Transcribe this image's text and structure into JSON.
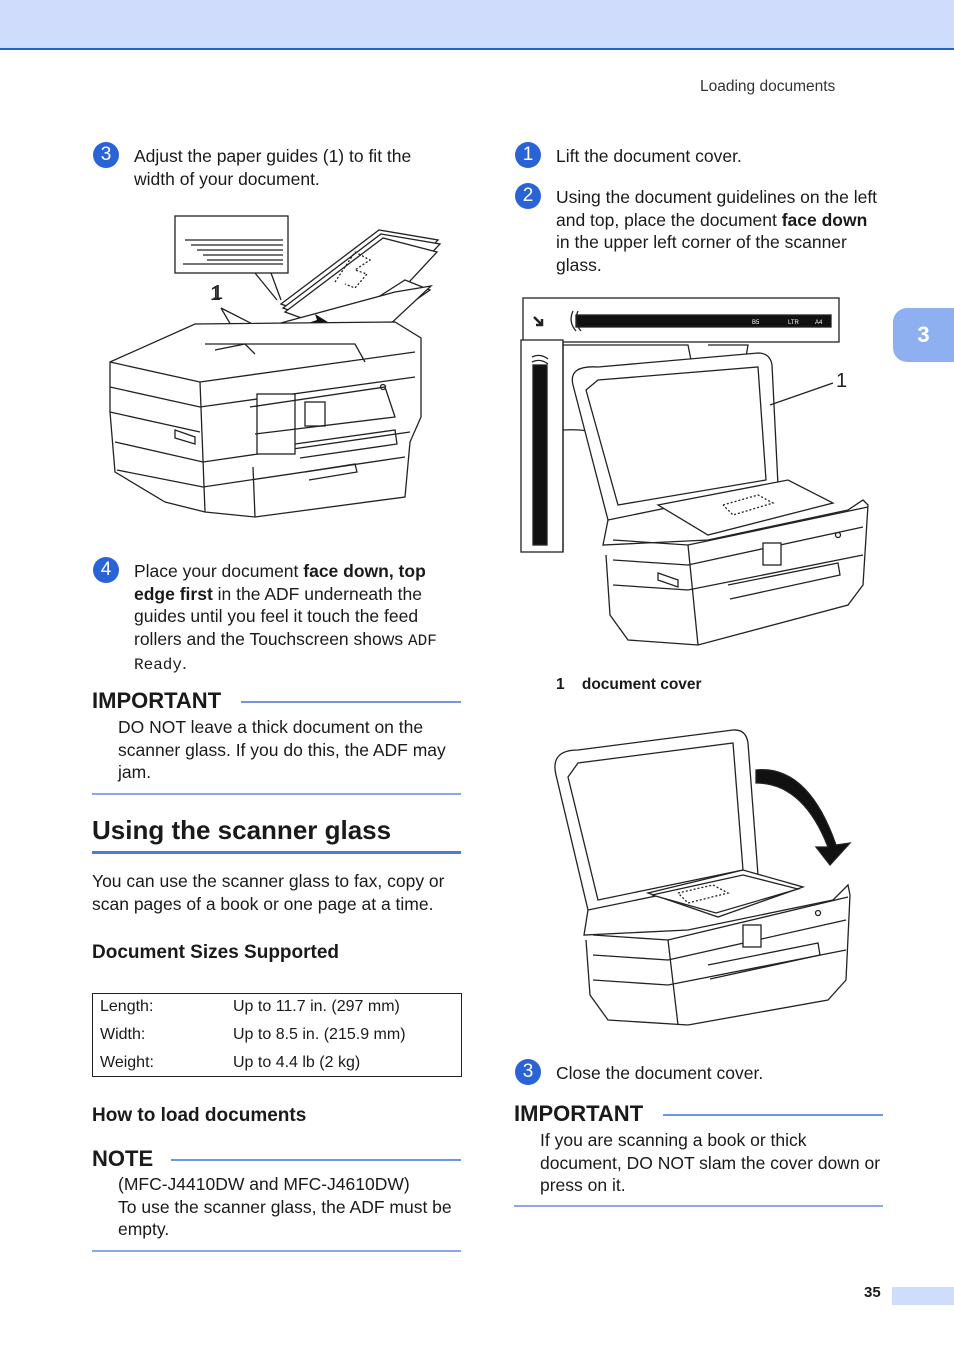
{
  "header": {
    "section": "Loading documents"
  },
  "chapter_tab": "3",
  "page_number": "35",
  "left": {
    "step3": {
      "num": "3",
      "text": "Adjust the paper guides (1) to fit the width of your document."
    },
    "fig1_callout": "1",
    "step4": {
      "num": "4",
      "t1": "Place your document ",
      "b1": "face down, top edge first",
      "t2": " in the ADF underneath the guides until you feel it touch the feed rollers and the Touchscreen shows ",
      "mono": "ADF Ready",
      "t3": "."
    },
    "important": {
      "title": "IMPORTANT",
      "text": "DO NOT leave a thick document on the scanner glass. If you do this, the ADF may jam."
    },
    "section_title": "Using the scanner glass",
    "intro": "You can use the scanner glass to fax, copy or scan pages of a book or one page at a time.",
    "sizes_heading": "Document Sizes Supported",
    "sizes": [
      {
        "label": "Length:",
        "value": "Up to 11.7 in. (297 mm)"
      },
      {
        "label": "Width:",
        "value": "Up to 8.5 in. (215.9 mm)"
      },
      {
        "label": "Weight:",
        "value": "Up to 4.4 lb (2 kg)"
      }
    ],
    "howto_heading": "How to load documents",
    "note": {
      "title": "NOTE",
      "line1": "(MFC-J4410DW and MFC-J4610DW)",
      "line2": "To use the scanner glass, the ADF must be empty."
    }
  },
  "right": {
    "step1": {
      "num": "1",
      "text": "Lift the document cover."
    },
    "step2": {
      "num": "2",
      "t1": "Using the document guidelines on the left and top, place the document ",
      "b1": "face down",
      "t2": " in the upper left corner of the scanner glass."
    },
    "fig2_callout": "1",
    "fig2_guide_labels": {
      "b5": "B5",
      "ltr": "LTR",
      "a4": "A4"
    },
    "caption": {
      "num": "1",
      "text": "document cover"
    },
    "step3": {
      "num": "3",
      "text": "Close the document cover."
    },
    "important": {
      "title": "IMPORTANT",
      "text": "If you are scanning a book or thick document, DO NOT slam the cover down or press on it."
    }
  }
}
